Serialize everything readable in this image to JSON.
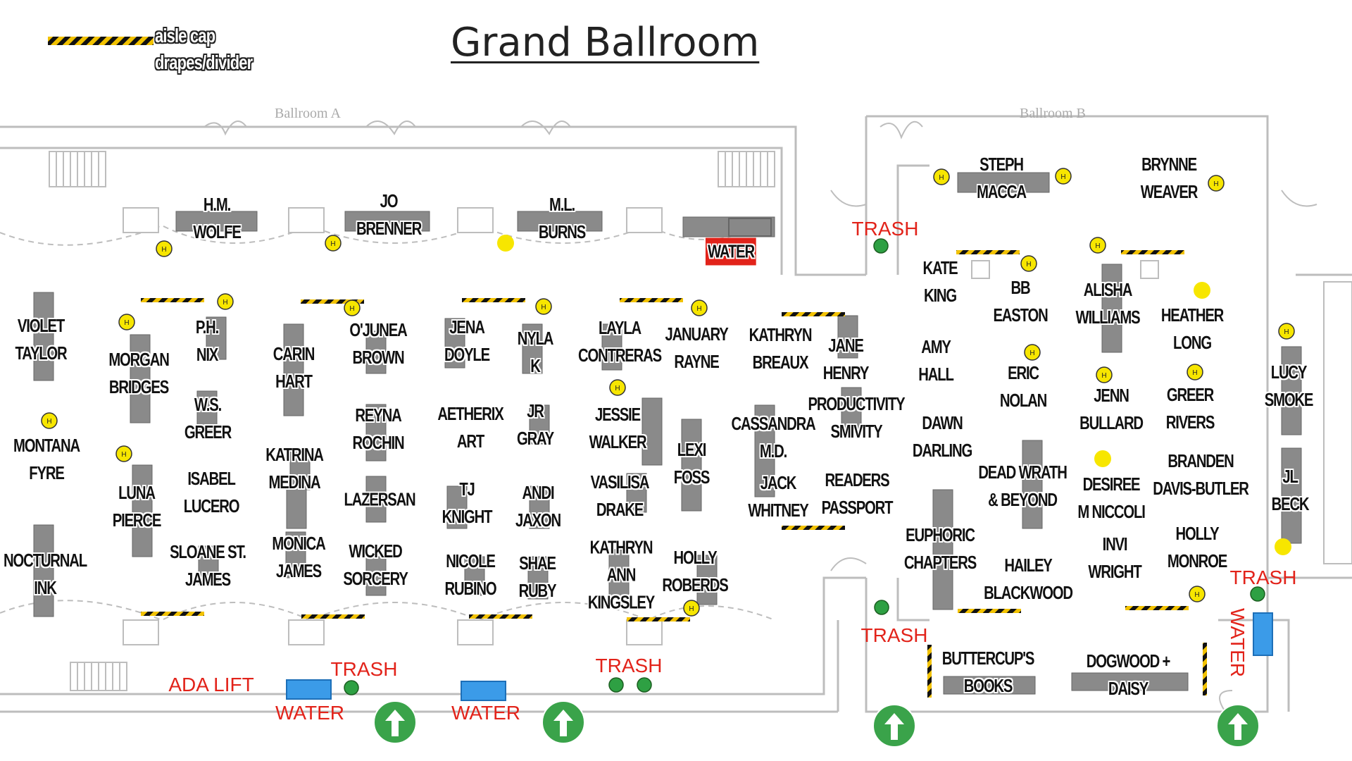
{
  "title": "Grand Ballroom",
  "legend": {
    "line1": "aisle cap",
    "line2": "drapes/divider"
  },
  "rooms": {
    "a": "Ballroom A",
    "b": "Ballroom B"
  },
  "colors": {
    "hazard_yellow": "#f2c200",
    "trash_green": "#2ea043",
    "water_blue": "#3b9be8",
    "red": "#e2231a",
    "table_gray": "#8a8a8a"
  },
  "icons": {
    "hotspot": "h-marker-icon",
    "exit": "exit-arrow-icon",
    "trash": "trash-bin-icon"
  },
  "vendors": {
    "hm_wolfe": "H.M.|WOLFE",
    "jo_brenner": "JO|BRENNER",
    "ml_burns": "M.L.|BURNS",
    "steph_macca": "STEPH|MACCA",
    "brynne_weaver": "BRYNNE|WEAVER",
    "violet_taylor": "VIOLET|TAYLOR",
    "morgan_bridges": "MORGAN|BRIDGES",
    "ph_nix": "P.H.|NIX",
    "carin_hart": "CARIN|HART",
    "ojunea_brown": "O'JUNEA|BROWN",
    "jena_doyle": "JENA|DOYLE",
    "nyla_k": "NYLA|K",
    "layla_contreras": "LAYLA|CONTRERAS",
    "january_rayne": "JANUARY|RAYNE",
    "kathryn_breaux": "KATHRYN|BREAUX",
    "jane_henry": "JANE|HENRY",
    "kate_king": "KATE|KING",
    "bb_easton": "BB|EASTON",
    "alisha_williams": "ALISHA|WILLIAMS",
    "heather_long": "HEATHER|LONG",
    "amy_hall": "AMY|HALL",
    "eric_nolan": "ERIC|NOLAN",
    "jenn_bullard": "JENN|BULLARD",
    "greer_rivers": "GREER|RIVERS",
    "lucy_smoke": "LUCY|SMOKE",
    "montana_fyre": "MONTANA|FYRE",
    "ws_greer": "W.S.|GREER",
    "katrina_medina": "KATRINA|MEDINA",
    "reyna_rochin": "REYNA|ROCHIN",
    "aetherix_art": "AETHERIX|ART",
    "jr_gray": "JR|GRAY",
    "jessie_walker": "JESSIE|WALKER",
    "lexi_foss": "LEXI|FOSS",
    "cassandra_md": "CASSANDRA|M.D.",
    "productivity_smivity": "PRODUCTIVITY|SMIVITY",
    "dawn_darling": "DAWN|DARLING",
    "dead_wrath": "DEAD WRATH|& BEYOND",
    "desiree_mniccoli": "DESIREE|M NICCOLI",
    "branden_davis_butler": "BRANDEN|DAVIS-BUTLER",
    "jl_beck": "JL|BECK",
    "luna_pierce": "LUNA|PIERCE",
    "isabel_lucero": "ISABEL|LUCERO",
    "lazersan": "LAZERSAN",
    "tj_knight": "TJ|KNIGHT",
    "andi_jaxon": "ANDI|JAXON",
    "vasilisa_drake": "VASILISA|DRAKE",
    "jack_whitney": "JACK|WHITNEY",
    "readers_passport": "READERS|PASSPORT",
    "euphoric_chapters": "EUPHORIC|CHAPTERS",
    "hailey_blackwood": "HAILEY|BLACKWOOD",
    "invi_wright": "INVI|WRIGHT",
    "holly_monroe": "HOLLY|MONROE",
    "nocturnal_ink": "NOCTURNAL|INK",
    "sloane_st_james": "SLOANE ST.|JAMES",
    "monica_james": "MONICA|JAMES",
    "wicked_sorcery": "WICKED|SORCERY",
    "nicole_rubino": "NICOLE|RUBINO",
    "shae_ruby": "SHAE|RUBY",
    "kathryn_ann_kingsley": "KATHRYN|ANN|KINGSLEY",
    "holly_roberds": "HOLLY|ROBERDS",
    "buttercups_books": "BUTTERCUP'S|BOOKS",
    "dogwood_daisy": "DOGWOOD +|DAISY"
  },
  "amenities": {
    "trash": "TRASH",
    "water": "WATER",
    "ada_lift": "ADA LIFT"
  }
}
